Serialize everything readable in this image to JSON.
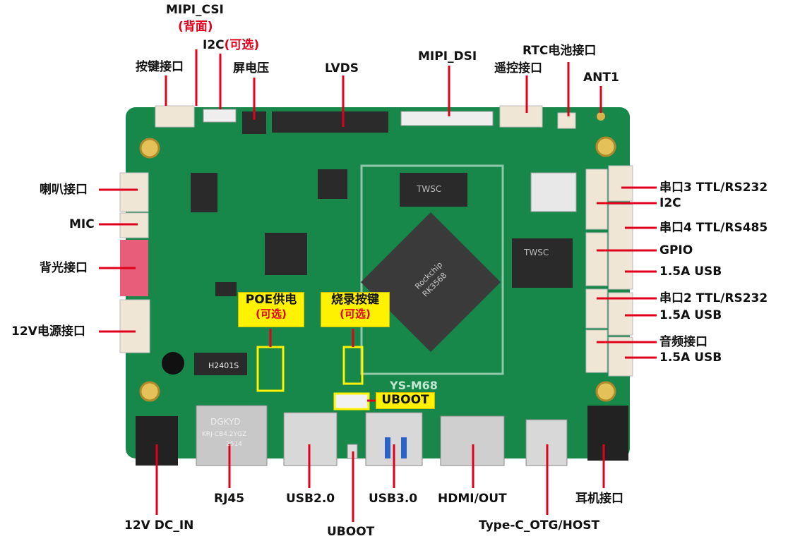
{
  "colors": {
    "board": "#18874a",
    "leader": "#e0001b",
    "highlight": "#fff200",
    "text": "#111111"
  },
  "board_marking": "YS-M68",
  "chip_texts": {
    "soc_brand": "Rockchip",
    "soc_part": "RK3568",
    "ram_brand": "TWSC",
    "flash_brand": "TWSC",
    "rj45_brand": "DGKYD",
    "rj45_part": "KRJ-CB4.2YGZ",
    "rj45_lot": "2514",
    "transformer": "H2401S"
  },
  "labels": {
    "mipi_csi": "MIPI_CSI",
    "mipi_csi_note": "(背面)",
    "i2c_top": "I2C",
    "i2c_top_note": "(可选)",
    "key_port": "按键接口",
    "screen_voltage": "屏电压",
    "lvds": "LVDS",
    "mipi_dsi": "MIPI_DSI",
    "rtc_battery": "RTC电池接口",
    "remote_port": "遥控接口",
    "ant1": "ANT1",
    "speaker_port": "喇叭接口",
    "mic": "MIC",
    "backlight_port": "背光接口",
    "power_port_12v": "12V电源接口",
    "poe_power": "POE供电",
    "poe_note": "(可选)",
    "burn_key": "烧录按键",
    "burn_note": "(可选)",
    "uboot_mid": "UBOOT",
    "uart3": "串口3 TTL/RS232",
    "i2c_right": "I2C",
    "uart4": "串口4 TTL/RS485",
    "gpio": "GPIO",
    "usb_1": "1.5A USB",
    "uart2": "串口2 TTL/RS232",
    "usb_2": "1.5A USB",
    "audio_port": "音频接口",
    "usb_3": "1.5A USB",
    "dc_in": "12V DC_IN",
    "rj45": "RJ45",
    "usb20": "USB2.0",
    "usb30": "USB3.0",
    "hdmi_out": "HDMI/OUT",
    "earphone": "耳机接口",
    "uboot_bottom": "UBOOT",
    "typec": "Type-C_OTG/HOST"
  }
}
